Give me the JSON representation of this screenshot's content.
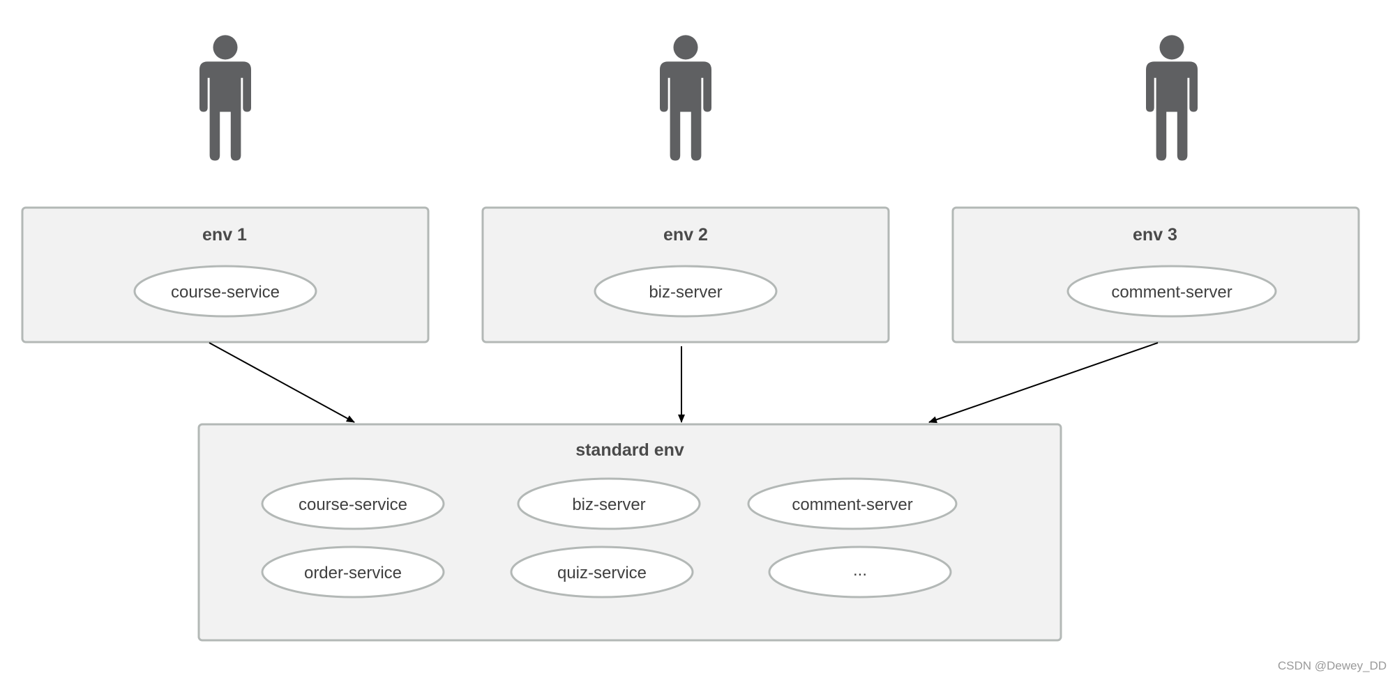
{
  "diagram": {
    "users": [
      {
        "icon": "person-icon"
      },
      {
        "icon": "person-icon"
      },
      {
        "icon": "person-icon"
      }
    ],
    "environments": [
      {
        "title": "env 1",
        "service": "course-service"
      },
      {
        "title": "env 2",
        "service": "biz-server"
      },
      {
        "title": "env 3",
        "service": "comment-server"
      }
    ],
    "standard_env": {
      "title": "standard env",
      "services": [
        "course-service",
        "biz-server",
        "comment-server",
        "order-service",
        "quiz-service",
        "..."
      ]
    },
    "colors": {
      "box_fill": "#f2f2f2",
      "box_stroke": "#b3b8b6",
      "person": "#5f6062",
      "arrow": "#000000"
    }
  },
  "watermark": "CSDN @Dewey_DD"
}
